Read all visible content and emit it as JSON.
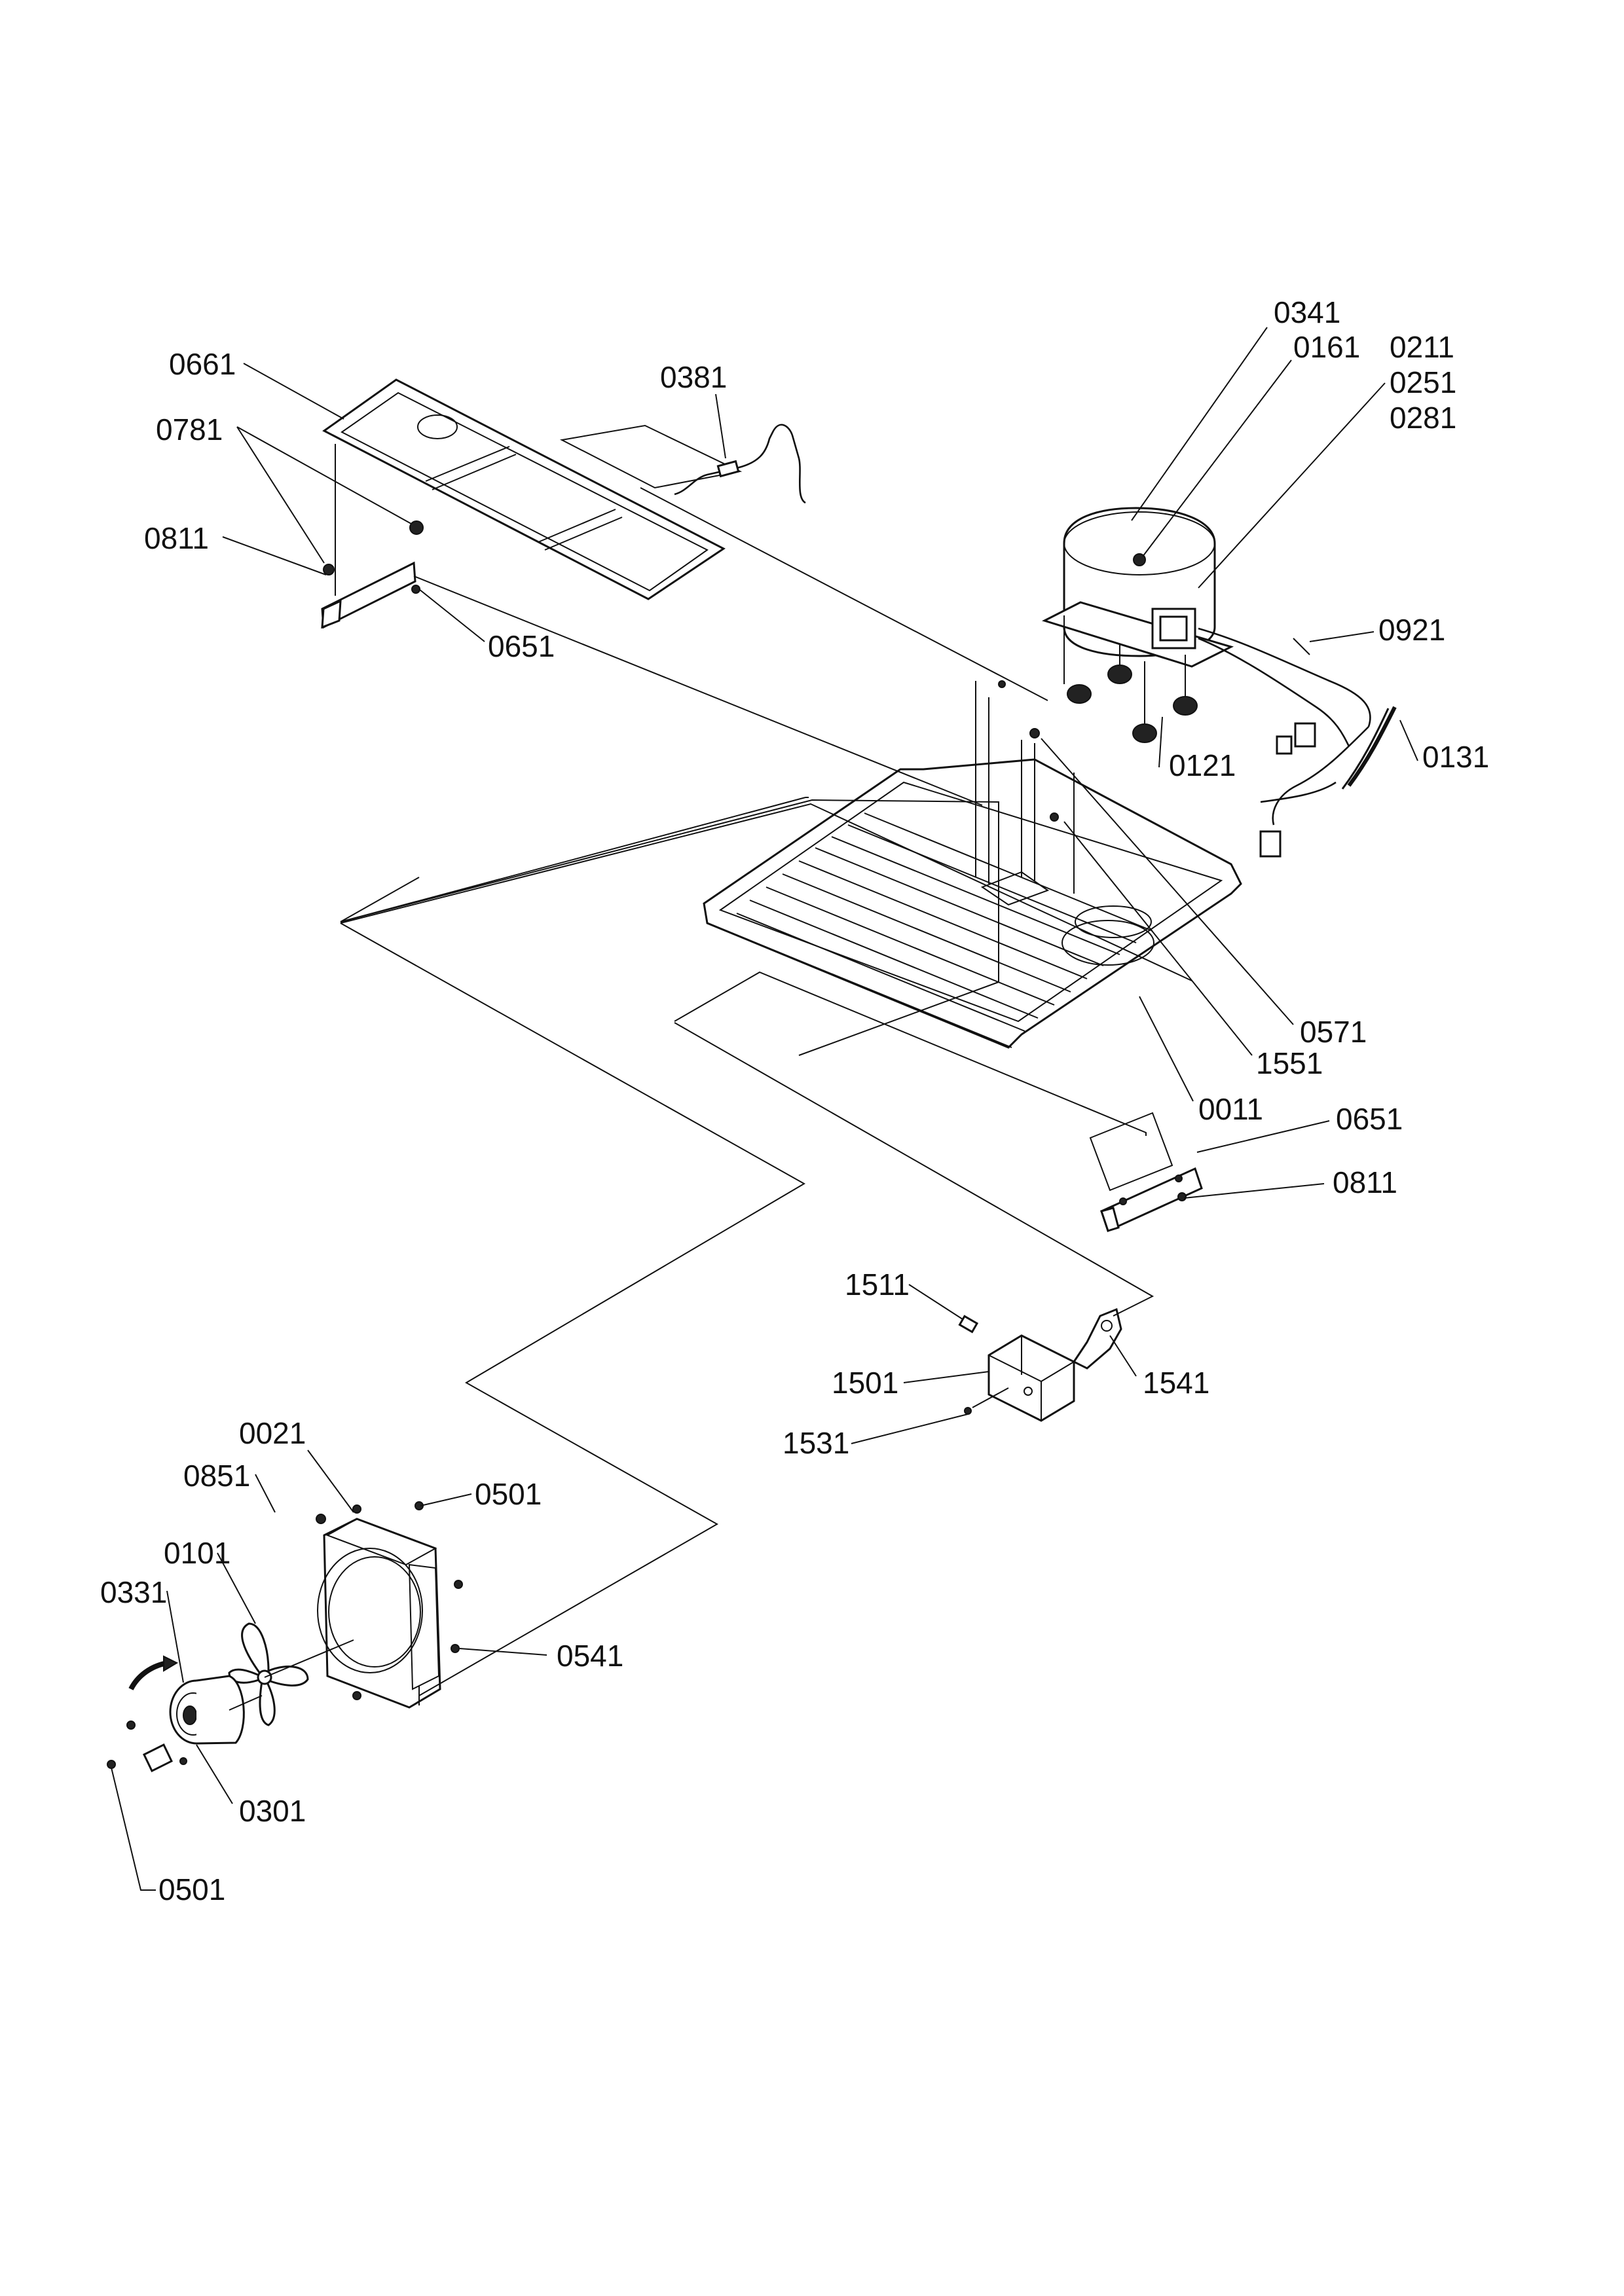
{
  "diagram": {
    "labels": {
      "l0661": "0661",
      "l0781": "0781",
      "l0811a": "0811",
      "l0651a": "0651",
      "l0381": "0381",
      "l0341": "0341",
      "l0161": "0161",
      "l0211": "0211",
      "l0251": "0251",
      "l0281": "0281",
      "l0921": "0921",
      "l0121": "0121",
      "l0131": "0131",
      "l0571": "0571",
      "l1551": "1551",
      "l0011": "0011",
      "l0651b": "0651",
      "l0811b": "0811",
      "l1511": "1511",
      "l1501": "1501",
      "l1541": "1541",
      "l1531": "1531",
      "l0021": "0021",
      "l0851": "0851",
      "l0501a": "0501",
      "l0101": "0101",
      "l0331": "0331",
      "l0541": "0541",
      "l0301": "0301",
      "l0501b": "0501"
    }
  }
}
